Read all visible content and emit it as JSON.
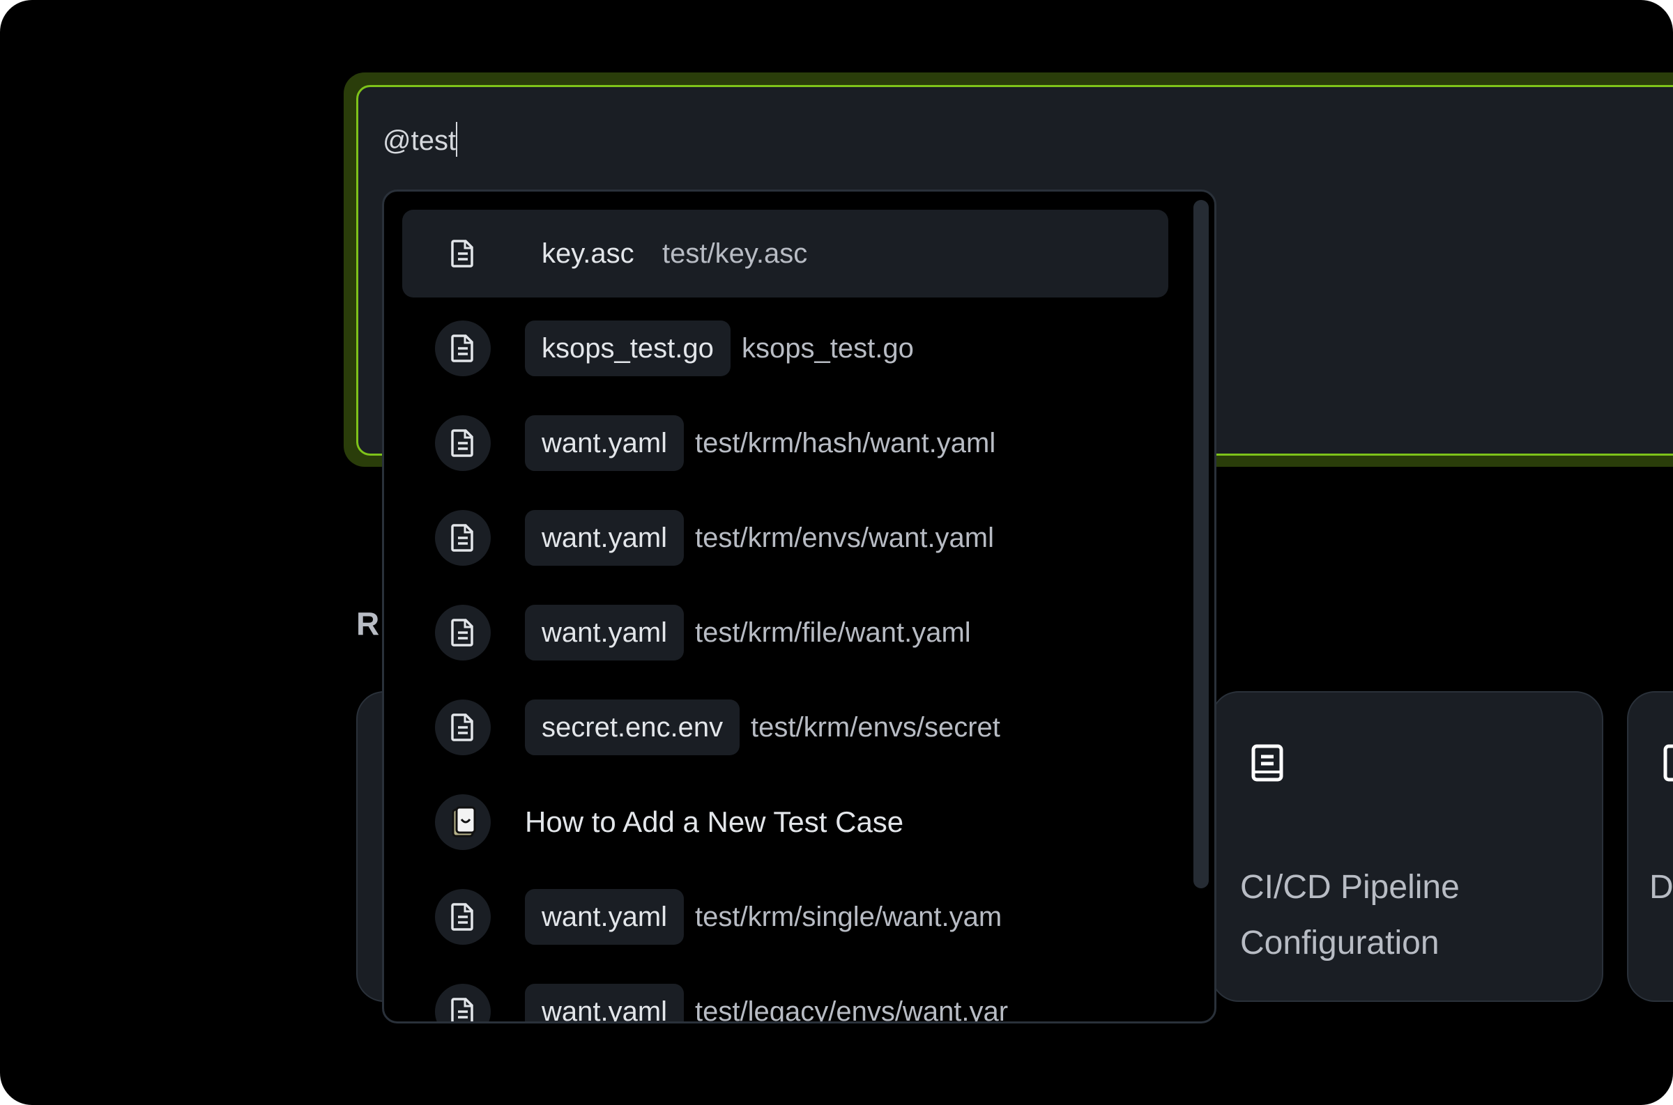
{
  "composer": {
    "query": "@test",
    "accent_color": "#7ec31a"
  },
  "section_heading": "R",
  "dropdown": {
    "items": [
      {
        "type": "file",
        "icon": "file-icon",
        "name": "key.asc",
        "path": "test/key.asc",
        "selected": true
      },
      {
        "type": "file",
        "icon": "file-icon",
        "name": "ksops_test.go",
        "path": "ksops_test.go"
      },
      {
        "type": "file",
        "icon": "file-icon",
        "name": "want.yaml",
        "path": "test/krm/hash/want.yaml"
      },
      {
        "type": "file",
        "icon": "file-icon",
        "name": "want.yaml",
        "path": "test/krm/envs/want.yaml"
      },
      {
        "type": "file",
        "icon": "file-icon",
        "name": "want.yaml",
        "path": "test/krm/file/want.yaml"
      },
      {
        "type": "file",
        "icon": "file-icon",
        "name": "secret.enc.env",
        "path": "test/krm/envs/secret"
      },
      {
        "type": "doc",
        "icon": "notebook-icon",
        "name": "How to Add a New Test Case"
      },
      {
        "type": "file",
        "icon": "file-icon",
        "name": "want.yaml",
        "path": "test/krm/single/want.yam"
      },
      {
        "type": "file",
        "icon": "file-icon",
        "name": "want.yaml",
        "path": "test/legacy/envs/want.yar"
      }
    ]
  },
  "cards": [
    {
      "title": ""
    },
    {
      "icon": "book-icon",
      "title": "CI/CD Pipeline Configuration"
    },
    {
      "icon": "book-icon",
      "title": "D C"
    }
  ]
}
